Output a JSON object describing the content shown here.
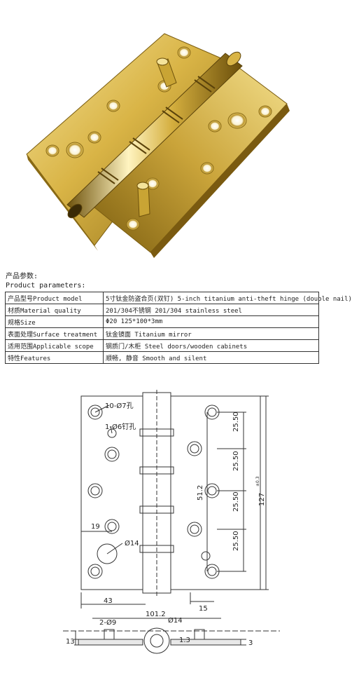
{
  "product_parameters": {
    "heading_cn": "产品参数:",
    "heading_en": "Product parameters:",
    "rows": [
      {
        "key": "产品型号Product model",
        "value": "5寸钛金防盗合页(双钉) 5-inch titanium anti-theft hinge (double nail)"
      },
      {
        "key": "材质Material quality",
        "value": "201/304不锈钢 201/304 stainless steel"
      },
      {
        "key": "规格Size",
        "value": "Φ20 125*100*3mm"
      },
      {
        "key": "表面处理Surface treatment",
        "value": "钛金镜面 Titanium mirror"
      },
      {
        "key": "适用范围Applicable scope",
        "value": "钢质门/木柜 Steel doors/wooden cabinets"
      },
      {
        "key": "特性Features",
        "value": "顺畅, 静音 Smooth and silent"
      }
    ]
  },
  "drawing": {
    "hole_label_1": "10-Ø7孔",
    "hole_label_2": "1-Ø6钉孔",
    "pitch_1": "25.50",
    "pitch_2": "25.50",
    "pitch_3": "25.50",
    "pitch_4": "25.50",
    "center_distance": "51.2",
    "total_height": "127",
    "total_height_tol": "±0.3",
    "edge_offset": "19",
    "pin_hole": "Ø14",
    "leaf_width": "43",
    "right_offset": "15",
    "open_width": "101.2",
    "knuckle_dia": "Ø14",
    "pin_label": "2-Ø9",
    "thickness_left": "13",
    "plate_gap": "1.3",
    "plate_thick": "3"
  },
  "colors": {
    "gold_light": "#f2dc7a",
    "gold_mid": "#c9a634",
    "gold_dark": "#8a6a12"
  }
}
